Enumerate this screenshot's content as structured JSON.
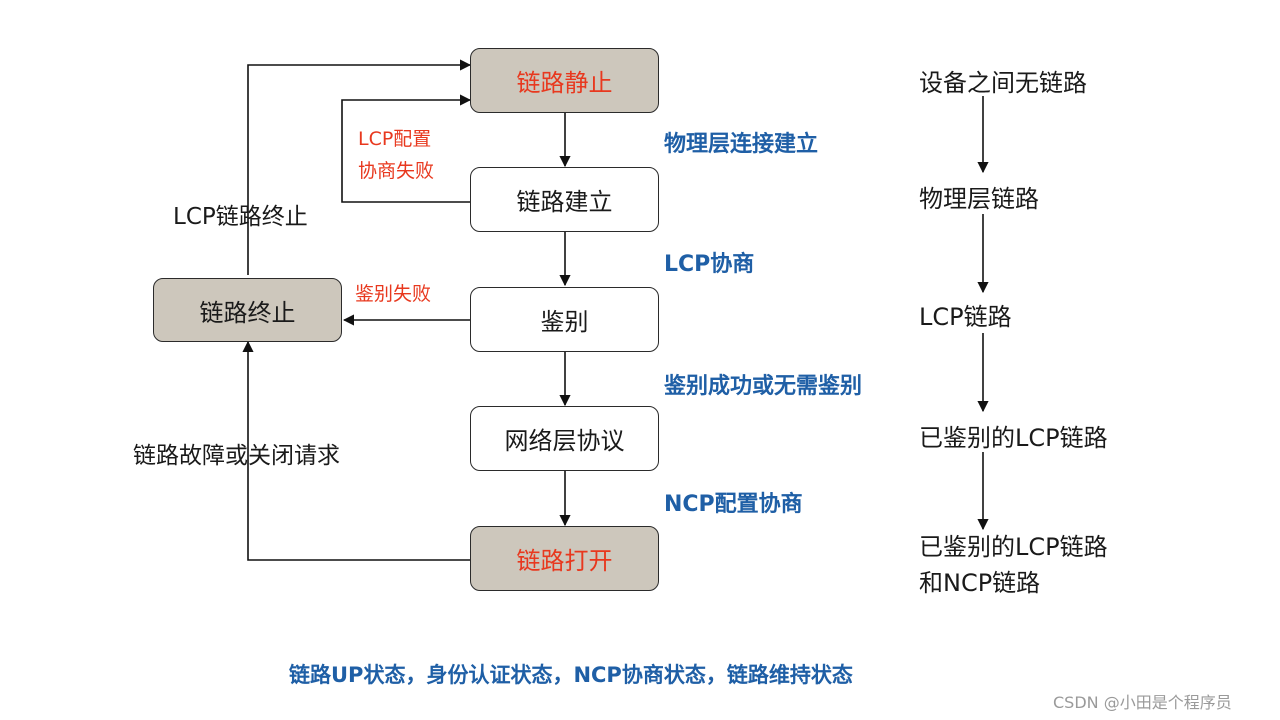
{
  "states": {
    "link_dead": "链路静止",
    "link_establish": "链路建立",
    "authenticate": "鉴别",
    "network_protocol": "网络层协议",
    "link_open": "链路打开",
    "link_terminate": "链路终止"
  },
  "transitions": {
    "physical_up": "物理层连接建立",
    "lcp_negotiation": "LCP协商",
    "auth_success": "鉴别成功或无需鉴别",
    "ncp_negotiation": "NCP配置协商",
    "lcp_config_fail_line1": "LCP配置",
    "lcp_config_fail_line2": "协商失败",
    "auth_fail": "鉴别失败",
    "lcp_link_terminate": "LCP链路终止",
    "link_fault_or_close": "链路故障或关闭请求"
  },
  "right_sequence": {
    "step1": "设备之间无链路",
    "step2": "物理层链路",
    "step3": "LCP链路",
    "step4": "已鉴别的LCP链路",
    "step5_line1": "已鉴别的LCP链路",
    "step5_line2": "和NCP链路"
  },
  "footer": "链路UP状态，身份认证状态，NCP协商状态，链路维持状态",
  "watermark": "CSDN @小田是个程序员",
  "colors": {
    "state_fill": "#cdc7bc",
    "red_label": "#e8381e",
    "blue_label": "#1f5fa6"
  }
}
